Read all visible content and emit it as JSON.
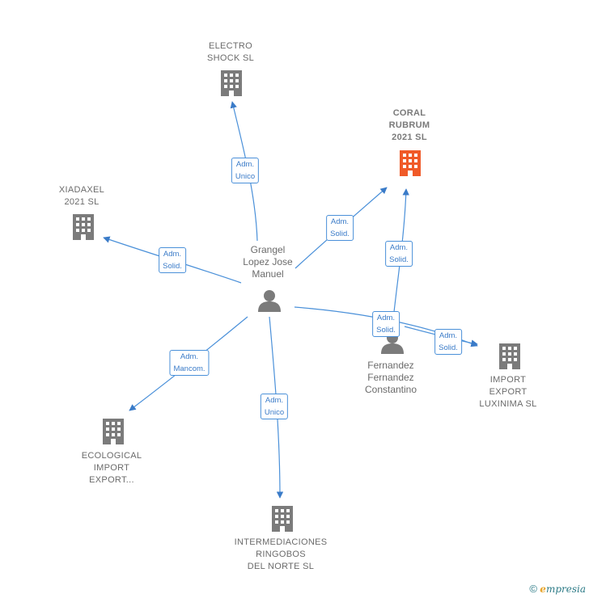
{
  "colors": {
    "edge": "#4a90d9",
    "company": "#7b7b7b",
    "company_highlight": "#f05a28",
    "person": "#7b7b7b"
  },
  "nodes": {
    "electro_shock": {
      "lines": [
        "ELECTRO",
        "SHOCK  SL"
      ]
    },
    "coral_rubrum": {
      "lines": [
        "CORAL",
        "RUBRUM",
        "2021  SL"
      ]
    },
    "xiadaxel": {
      "lines": [
        "XIADAXEL",
        "2021  SL"
      ]
    },
    "grangel": {
      "lines": [
        "Grangel",
        "Lopez Jose",
        "Manuel"
      ]
    },
    "fernandez": {
      "lines": [
        "Fernandez",
        "Fernandez",
        "Constantino"
      ]
    },
    "import_export": {
      "lines": [
        "IMPORT",
        "EXPORT",
        "LUXINIMA  SL"
      ]
    },
    "ecological": {
      "lines": [
        "ECOLOGICAL",
        "IMPORT",
        "EXPORT..."
      ]
    },
    "intermediaciones": {
      "lines": [
        "INTERMEDIACIONES",
        "RINGOBOS",
        "DEL NORTE  SL"
      ]
    }
  },
  "edges": {
    "e1": {
      "lines": [
        "Adm.",
        "Unico"
      ]
    },
    "e2": {
      "lines": [
        "Adm.",
        "Solid."
      ]
    },
    "e3": {
      "lines": [
        "Adm.",
        "Solid."
      ]
    },
    "e4": {
      "lines": [
        "Adm.",
        "Mancom."
      ]
    },
    "e5": {
      "lines": [
        "Adm.",
        "Unico"
      ]
    },
    "e6": {
      "lines": [
        "Adm.",
        "Solid."
      ]
    },
    "e7": {
      "lines": [
        "Adm.",
        "Solid."
      ]
    },
    "e8": {
      "lines": [
        "Adm.",
        "Solid."
      ]
    }
  },
  "footer": {
    "copyright": "©",
    "brand_e": "e",
    "brand_rest": "mpresia"
  }
}
